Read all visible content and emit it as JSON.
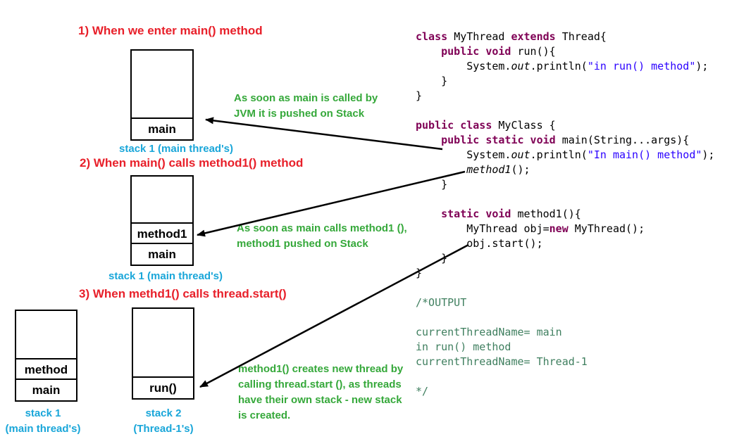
{
  "sections": [
    {
      "heading": "1) When we enter main() method",
      "stack": {
        "frames": [
          "main"
        ],
        "caption": "stack 1 (main thread's)"
      },
      "note": "As soon as main is called by JVM it is pushed on Stack"
    },
    {
      "heading": "2) When main() calls method1() method",
      "stack": {
        "frames": [
          "method1",
          "main"
        ],
        "caption": "stack 1 (main thread's)"
      },
      "note": "As soon as main calls method1 (), method1  pushed on Stack"
    },
    {
      "heading": "3) When methd1() calls thread.start()",
      "stacks": [
        {
          "frames": [
            "method",
            "main"
          ],
          "caption_line1": "stack 1",
          "caption_line2": "(main thread's)"
        },
        {
          "frames": [
            "run()"
          ],
          "caption_line1": "stack 2",
          "caption_line2": "(Thread-1's)"
        }
      ],
      "note": "method1() creates new thread by calling thread.start (), as threads have their own stack - new stack is created."
    }
  ],
  "code": {
    "lines": [
      [
        {
          "t": "class ",
          "c": "kw"
        },
        {
          "t": "MyThread "
        },
        {
          "t": "extends ",
          "c": "kw"
        },
        {
          "t": "Thread{"
        }
      ],
      [
        {
          "t": "    "
        },
        {
          "t": "public void ",
          "c": "kw"
        },
        {
          "t": "run(){"
        }
      ],
      [
        {
          "t": "        System."
        },
        {
          "t": "out",
          "c": "it"
        },
        {
          "t": ".println("
        },
        {
          "t": "\"in run() method\"",
          "c": "str"
        },
        {
          "t": ");"
        }
      ],
      [
        {
          "t": "    }"
        }
      ],
      [
        {
          "t": "}"
        }
      ],
      [
        {
          "t": ""
        }
      ],
      [
        {
          "t": "public class ",
          "c": "kw"
        },
        {
          "t": "MyClass {"
        }
      ],
      [
        {
          "t": "    "
        },
        {
          "t": "public static void ",
          "c": "kw"
        },
        {
          "t": "main(String...args){"
        }
      ],
      [
        {
          "t": "        System."
        },
        {
          "t": "out",
          "c": "it"
        },
        {
          "t": ".println("
        },
        {
          "t": "\"In main() method\"",
          "c": "str"
        },
        {
          "t": ");"
        }
      ],
      [
        {
          "t": "        "
        },
        {
          "t": "method1",
          "c": "it"
        },
        {
          "t": "();"
        }
      ],
      [
        {
          "t": "    }"
        }
      ],
      [
        {
          "t": ""
        }
      ],
      [
        {
          "t": "    "
        },
        {
          "t": "static void ",
          "c": "kw"
        },
        {
          "t": "method1(){"
        }
      ],
      [
        {
          "t": "        MyThread obj="
        },
        {
          "t": "new ",
          "c": "kw"
        },
        {
          "t": "MyThread();"
        }
      ],
      [
        {
          "t": "        obj.start();"
        }
      ],
      [
        {
          "t": "    }"
        }
      ],
      [
        {
          "t": "}"
        }
      ],
      [
        {
          "t": ""
        }
      ],
      [
        {
          "t": "/*OUTPUT",
          "c": "cm"
        }
      ],
      [
        {
          "t": ""
        }
      ],
      [
        {
          "t": "currentThreadName= main",
          "c": "cm"
        }
      ],
      [
        {
          "t": "in run() method",
          "c": "cm"
        }
      ],
      [
        {
          "t": "currentThreadName= Thread-1",
          "c": "cm"
        }
      ],
      [
        {
          "t": ""
        }
      ],
      [
        {
          "t": "*/",
          "c": "cm"
        }
      ]
    ]
  }
}
